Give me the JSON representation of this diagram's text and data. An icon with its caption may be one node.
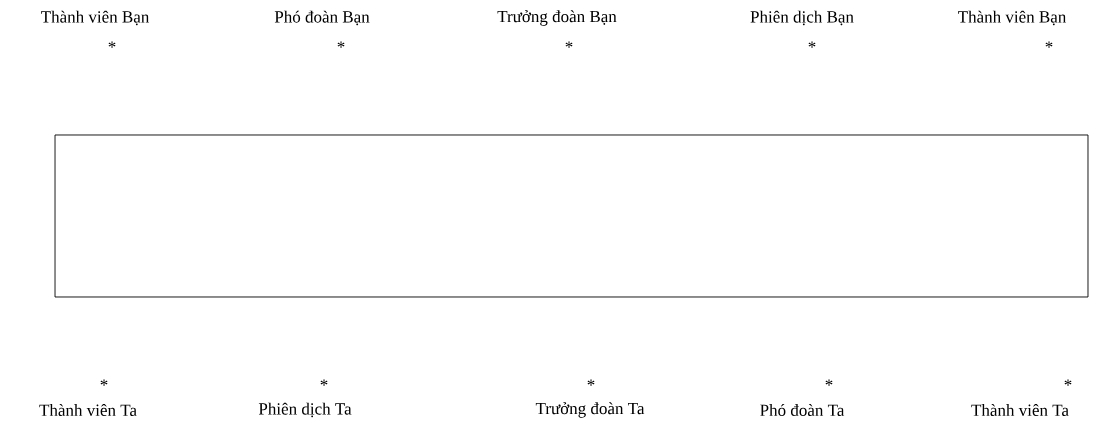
{
  "diagram": {
    "nodes": [
      {
        "text": [],
        "shape": "box"
      }
    ],
    "labels": [
      "Thành viên Bạn",
      "Phó đoàn Bạn",
      "Trưởng đoàn Bạn",
      "Phiên dịch Bạn",
      "Thành viên Bạn",
      "*",
      "*",
      "*",
      "*",
      "*",
      "*",
      "*",
      "*",
      "*",
      "*",
      "Thành viên Ta",
      "Phiên dịch Ta",
      "Trưởng đoàn Ta",
      "Phó đoàn Ta",
      "Thành viên Ta"
    ]
  }
}
